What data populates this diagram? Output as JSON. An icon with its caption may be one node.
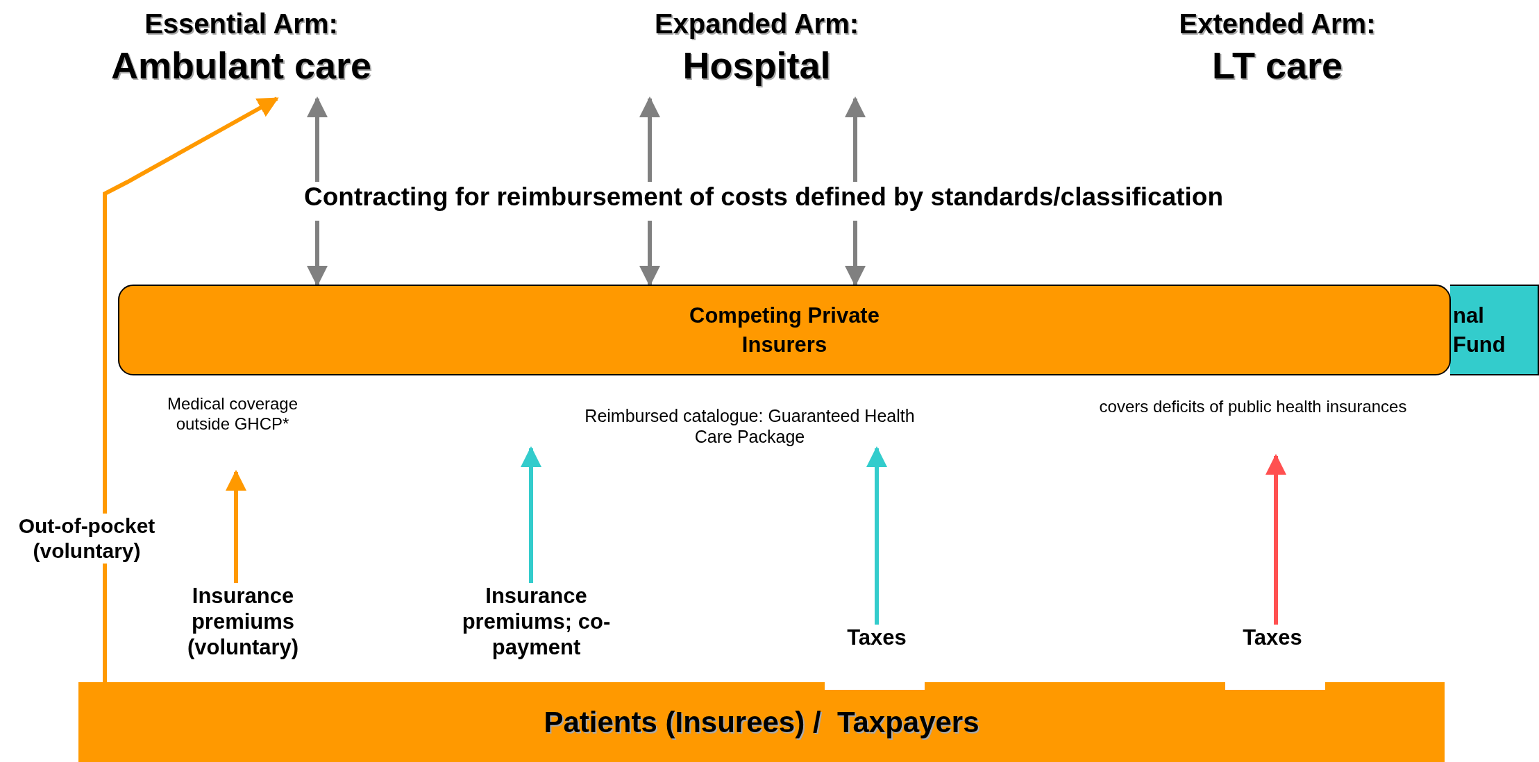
{
  "diagram": {
    "nodes": [
      {
        "text": [
          "Essential Arm:",
          "Ambulant care"
        ]
      },
      {
        "text": [
          "Expanded Arm:",
          "Hospital"
        ]
      },
      {
        "text": [
          "Extended Arm:",
          "LT care"
        ]
      },
      {
        "text": [
          "Contracting for reimbursement of costs  defined by standards/classification"
        ]
      },
      {
        "text": [
          "Competing Private Insurers"
        ]
      },
      {
        "text": [
          "nal Fund"
        ]
      },
      {
        "text": [
          "Patients (Insurees) /  Taxpayers"
        ]
      },
      {
        "text": [
          "Medical coverage outside GHCP*"
        ]
      },
      {
        "text": [
          "Reimbursed catalogue: Guaranteed Health Care Package"
        ]
      },
      {
        "text": [
          "covers deficits of public health insurances"
        ]
      },
      {
        "text": [
          "Insurance premiums (voluntary)"
        ]
      },
      {
        "text": [
          "Insurance premiums; co-payment"
        ]
      },
      {
        "text": [
          "Taxes"
        ]
      },
      {
        "text": [
          "Taxes"
        ]
      }
    ],
    "edges": [
      {
        "from": 6,
        "to": 0,
        "arrow": "to",
        "label": "Out-of-pocket (voluntary)",
        "color": "#ff9900"
      },
      {
        "from": 3,
        "to": 0,
        "arrow": "to"
      },
      {
        "from": 3,
        "to": 1,
        "arrow": "to"
      },
      {
        "from": 3,
        "to": 1,
        "arrow": "to"
      },
      {
        "from": 3,
        "to": 4,
        "arrow": "to"
      },
      {
        "from": 3,
        "to": 4,
        "arrow": "to"
      },
      {
        "from": 3,
        "to": 4,
        "arrow": "to"
      },
      {
        "from": 10,
        "to": 7,
        "arrow": "to",
        "color": "#ff9900"
      },
      {
        "from": 11,
        "to": 8,
        "arrow": "to",
        "color": "#33cccc"
      },
      {
        "from": 12,
        "to": 8,
        "arrow": "to",
        "color": "#33cccc"
      },
      {
        "from": 13,
        "to": 9,
        "arrow": "to",
        "color": "#ff5050"
      }
    ]
  }
}
